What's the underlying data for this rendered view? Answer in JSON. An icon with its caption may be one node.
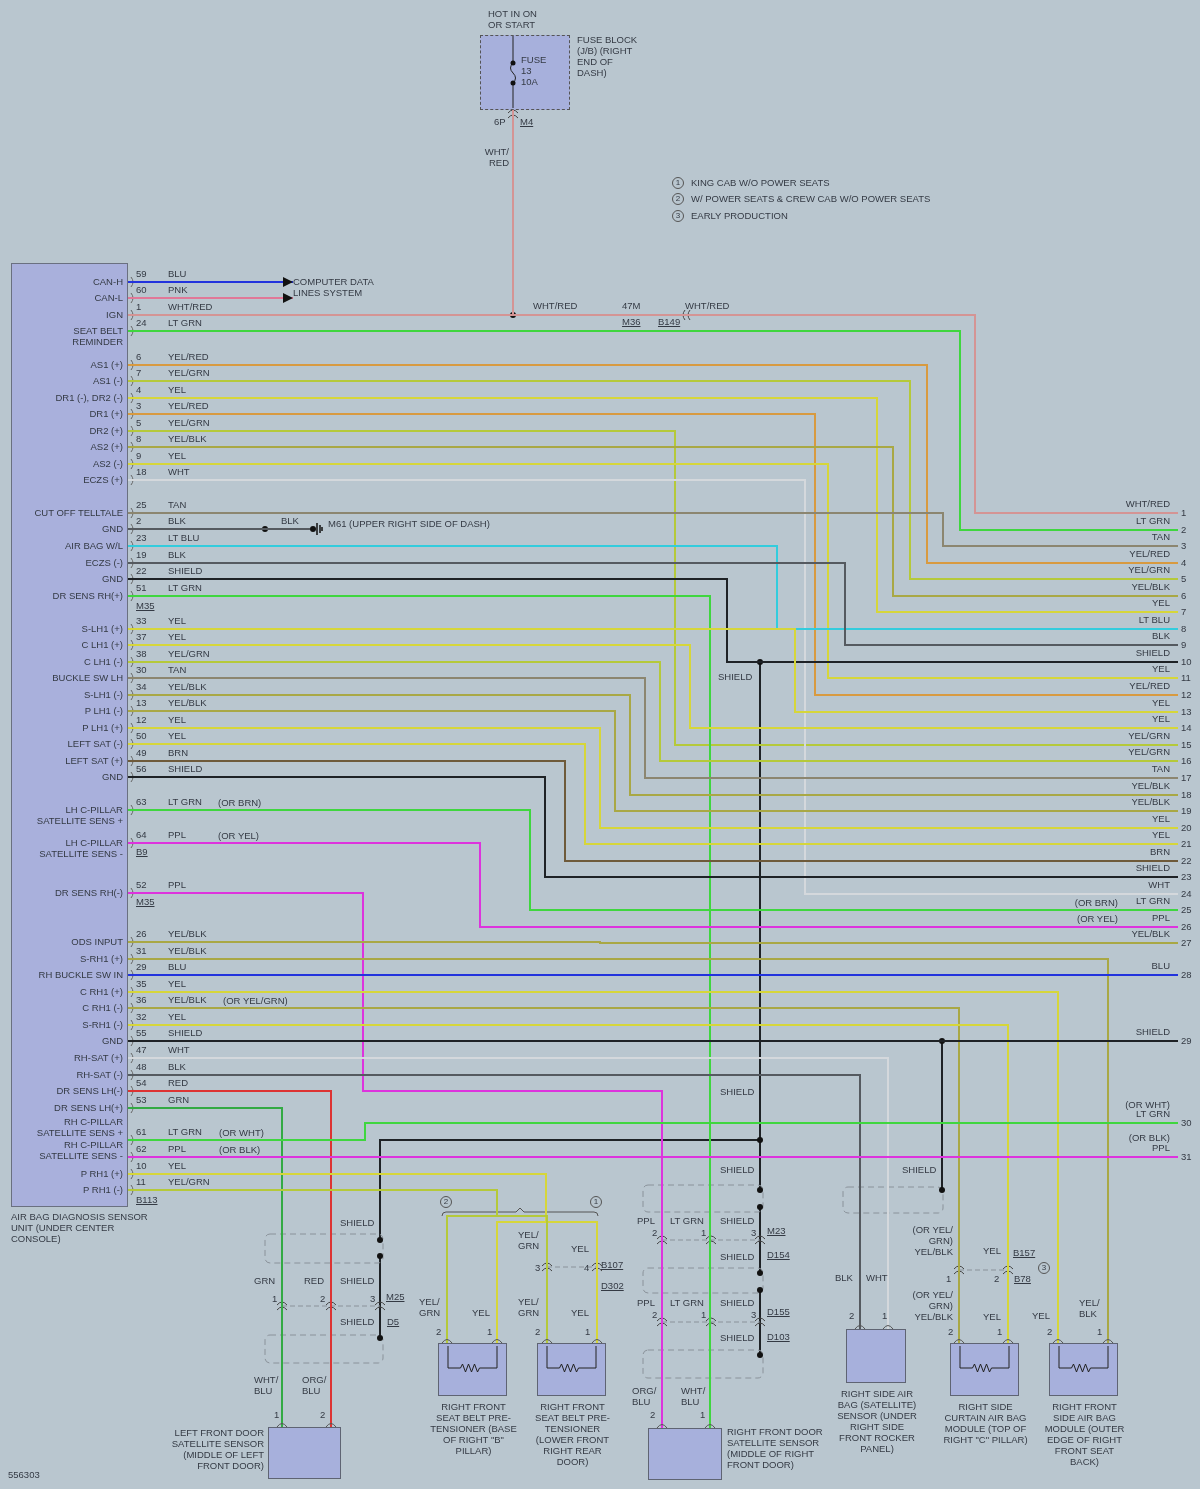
{
  "diagram": {
    "nodes": [
      {
        "text": [
          "FUSE 13 10A"
        ],
        "beside": [
          "HOT IN ON OR START",
          "FUSE BLOCK (J/B) (RIGHT END OF DASH)"
        ]
      },
      {
        "text": [
          "AIR BAG DIAGNOSIS SENSOR UNIT (UNDER CENTER CONSOLE)",
          "CAN-H",
          "CAN-L",
          "IGN",
          "SEAT BELT REMINDER",
          "AS1 (+)",
          "AS1 (-)",
          "DR1 (-), DR2 (-)",
          "DR1 (+)",
          "DR2 (+)",
          "AS2 (+)",
          "AS2 (-)",
          "ECZS (+)",
          "CUT OFF TELLTALE",
          "GND",
          "AIR BAG W/L",
          "ECZS (-)",
          "GND",
          "DR SENS RH(+)",
          "S-LH1 (+)",
          "C LH1 (+)",
          "C LH1 (-)",
          "BUCKLE SW LH",
          "S-LH1 (-)",
          "P LH1 (-)",
          "P LH1 (+)",
          "LEFT SAT (-)",
          "LEFT SAT (+)",
          "GND",
          "LH C-PILLAR SATELLITE SENS +",
          "LH C-PILLAR SATELLITE SENS -",
          "DR SENS RH(-)",
          "ODS INPUT",
          "S-RH1 (+)",
          "RH BUCKLE SW IN",
          "C RH1 (+)",
          "C RH1 (-)",
          "S-RH1 (-)",
          "GND",
          "RH-SAT (+)",
          "RH-SAT (-)",
          "DR SENS LH(-)",
          "DR SENS LH(+)",
          "RH C-PILLAR SATELLITE SENS +",
          "RH C-PILLAR SATELLITE SENS -",
          "P RH1 (+)",
          "P RH1 (-)"
        ]
      },
      {
        "text": [
          "COMPUTER DATA LINES SYSTEM"
        ]
      },
      {
        "text": [],
        "shape": "ground",
        "beside": [
          "M61 (UPPER RIGHT SIDE OF DASH)"
        ]
      },
      {
        "text": [
          "LEFT FRONT DOOR SATELLITE SENSOR (MIDDLE OF LEFT FRONT DOOR)"
        ]
      },
      {
        "text": [
          "RIGHT FRONT SEAT BELT PRE-TENSIONER (BASE OF RIGHT \"B\" PILLAR)"
        ]
      },
      {
        "text": [
          "RIGHT FRONT SEAT BELT PRE-TENSIONER (LOWER FRONT RIGHT REAR DOOR)"
        ]
      },
      {
        "text": [
          "RIGHT FRONT DOOR SATELLITE SENSOR (MIDDLE OF RIGHT FRONT DOOR)"
        ]
      },
      {
        "text": [
          "RIGHT SIDE AIR BAG (SATELLITE) SENSOR (UNDER RIGHT SIDE FRONT ROCKER PANEL)"
        ]
      },
      {
        "text": [
          "RIGHT SIDE CURTAIN AIR BAG MODULE (TOP OF RIGHT \"C\" PILLAR)"
        ]
      },
      {
        "text": [
          "RIGHT FRONT SIDE AIR BAG MODULE (OUTER EDGE OF RIGHT FRONT SEAT BACK)"
        ]
      },
      {
        "text": [
          "WHT/RED",
          "1"
        ]
      },
      {
        "text": [
          "LT GRN",
          "2"
        ]
      },
      {
        "text": [
          "TAN",
          "3"
        ]
      },
      {
        "text": [
          "YEL/RED",
          "4"
        ]
      },
      {
        "text": [
          "YEL/GRN",
          "5"
        ]
      },
      {
        "text": [
          "YEL/BLK",
          "6"
        ]
      },
      {
        "text": [
          "YEL",
          "7"
        ]
      },
      {
        "text": [
          "LT BLU",
          "8"
        ]
      },
      {
        "text": [
          "BLK",
          "9"
        ]
      },
      {
        "text": [
          "SHIELD",
          "10"
        ]
      },
      {
        "text": [
          "YEL",
          "11"
        ]
      },
      {
        "text": [
          "YEL/RED",
          "12"
        ]
      },
      {
        "text": [
          "YEL",
          "13"
        ]
      },
      {
        "text": [
          "YEL",
          "14"
        ]
      },
      {
        "text": [
          "YEL/GRN",
          "15"
        ]
      },
      {
        "text": [
          "YEL/GRN",
          "16"
        ]
      },
      {
        "text": [
          "TAN",
          "17"
        ]
      },
      {
        "text": [
          "YEL/BLK",
          "18"
        ]
      },
      {
        "text": [
          "YEL/BLK",
          "19"
        ]
      },
      {
        "text": [
          "YEL",
          "20"
        ]
      },
      {
        "text": [
          "YEL",
          "21"
        ]
      },
      {
        "text": [
          "BRN",
          "22"
        ]
      },
      {
        "text": [
          "SHIELD",
          "23"
        ]
      },
      {
        "text": [
          "WHT",
          "24"
        ]
      },
      {
        "text": [
          "LT GRN",
          "25"
        ]
      },
      {
        "text": [
          "PPL",
          "26"
        ]
      },
      {
        "text": [
          "YEL/BLK",
          "27"
        ]
      },
      {
        "text": [
          "BLU",
          "28"
        ]
      },
      {
        "text": [
          "SHIELD",
          "29"
        ]
      },
      {
        "text": [
          "LT GRN",
          "30"
        ]
      },
      {
        "text": [
          "PPL",
          "31"
        ]
      }
    ],
    "edges": [
      {
        "from": 0,
        "to": 1,
        "arrow": "none",
        "label": "WHT/ RED",
        "color": "#d49494"
      },
      {
        "from": 1,
        "to": 2,
        "arrow": "to",
        "label": "BLU",
        "color": "#2233dd"
      },
      {
        "from": 1,
        "to": 2,
        "arrow": "to",
        "label": "PNK",
        "color": "#e07898"
      },
      {
        "from": 1,
        "to": 11,
        "arrow": "none",
        "label": "WHT/RED",
        "color": "#d49494"
      },
      {
        "from": 1,
        "to": 12,
        "arrow": "none",
        "label": "LT GRN",
        "color": "#3fd63f"
      },
      {
        "from": 1,
        "to": 14,
        "arrow": "none",
        "label": "YEL/RED",
        "color": "#d89a40"
      },
      {
        "from": 1,
        "to": 15,
        "arrow": "none",
        "label": "YEL/GRN",
        "color": "#b5c93a"
      },
      {
        "from": 1,
        "to": 17,
        "arrow": "none",
        "label": "YEL",
        "color": "#d6d63a"
      },
      {
        "from": 1,
        "to": 22,
        "arrow": "none",
        "label": "YEL/RED",
        "color": "#d89a40"
      },
      {
        "from": 1,
        "to": 25,
        "arrow": "none",
        "label": "YEL/GRN",
        "color": "#b5c93a"
      },
      {
        "from": 1,
        "to": 16,
        "arrow": "none",
        "label": "YEL/BLK",
        "color": "#a9a845"
      },
      {
        "from": 1,
        "to": 21,
        "arrow": "none",
        "label": "YEL",
        "color": "#d6d63a"
      },
      {
        "from": 1,
        "to": 34,
        "arrow": "none",
        "label": "WHT",
        "color": "#d4d8dc"
      },
      {
        "from": 1,
        "to": 13,
        "arrow": "none",
        "label": "TAN",
        "color": "#8c8670"
      },
      {
        "from": 1,
        "to": 3,
        "arrow": "none",
        "label": "BLK",
        "color": "#555a60"
      },
      {
        "from": 1,
        "to": 18,
        "arrow": "none",
        "label": "LT BLU",
        "color": "#33ccdd"
      },
      {
        "from": 1,
        "to": 19,
        "arrow": "none",
        "label": "BLK",
        "color": "#555a60"
      },
      {
        "from": 1,
        "to": 20,
        "arrow": "none",
        "label": "SHIELD",
        "color": "#1e2226"
      },
      {
        "from": 1,
        "to": 7,
        "arrow": "none",
        "label": "LT GRN",
        "color": "#3fd63f"
      },
      {
        "from": 1,
        "to": 23,
        "arrow": "none",
        "label": "YEL",
        "color": "#d6d63a"
      },
      {
        "from": 1,
        "to": 24,
        "arrow": "none",
        "label": "YEL",
        "color": "#d6d63a"
      },
      {
        "from": 1,
        "to": 26,
        "arrow": "none",
        "label": "YEL/GRN",
        "color": "#b5c93a"
      },
      {
        "from": 1,
        "to": 27,
        "arrow": "none",
        "label": "TAN",
        "color": "#8c8670"
      },
      {
        "from": 1,
        "to": 28,
        "arrow": "none",
        "label": "YEL/BLK",
        "color": "#a9a845"
      },
      {
        "from": 1,
        "to": 29,
        "arrow": "none",
        "label": "YEL/BLK",
        "color": "#a9a845"
      },
      {
        "from": 1,
        "to": 30,
        "arrow": "none",
        "label": "YEL",
        "color": "#d6d63a"
      },
      {
        "from": 1,
        "to": 31,
        "arrow": "none",
        "label": "YEL",
        "color": "#d6d63a"
      },
      {
        "from": 1,
        "to": 32,
        "arrow": "none",
        "label": "BRN",
        "color": "#6e5a3a"
      },
      {
        "from": 1,
        "to": 33,
        "arrow": "none",
        "label": "SHIELD",
        "color": "#1e2226"
      },
      {
        "from": 1,
        "to": 35,
        "arrow": "none",
        "label": "LT GRN",
        "color": "#3fd63f"
      },
      {
        "from": 1,
        "to": 36,
        "arrow": "none",
        "label": "PPL",
        "color": "#dd33dd"
      },
      {
        "from": 1,
        "to": 7,
        "arrow": "none",
        "label": "PPL",
        "color": "#dd33dd"
      },
      {
        "from": 1,
        "to": 37,
        "arrow": "none",
        "label": "YEL/BLK",
        "color": "#a9a845"
      },
      {
        "from": 1,
        "to": 10,
        "arrow": "none",
        "label": "YEL/BLK",
        "color": "#a9a845"
      },
      {
        "from": 1,
        "to": 38,
        "arrow": "none",
        "label": "BLU",
        "color": "#2233dd"
      },
      {
        "from": 1,
        "to": 10,
        "arrow": "none",
        "label": "YEL",
        "color": "#d6d63a"
      },
      {
        "from": 1,
        "to": 9,
        "arrow": "none",
        "label": "YEL/BLK",
        "color": "#a9a845"
      },
      {
        "from": 1,
        "to": 9,
        "arrow": "none",
        "label": "YEL",
        "color": "#d6d63a"
      },
      {
        "from": 1,
        "to": 39,
        "arrow": "none",
        "label": "SHIELD",
        "color": "#1e2226"
      },
      {
        "from": 1,
        "to": 8,
        "arrow": "none",
        "label": "WHT",
        "color": "#d4d8dc"
      },
      {
        "from": 1,
        "to": 8,
        "arrow": "none",
        "label": "BLK",
        "color": "#555a60"
      },
      {
        "from": 1,
        "to": 4,
        "arrow": "none",
        "label": "RED",
        "color": "#dd3333"
      },
      {
        "from": 1,
        "to": 4,
        "arrow": "none",
        "label": "GRN",
        "color": "#33aa44"
      },
      {
        "from": 1,
        "to": 40,
        "arrow": "none",
        "label": "LT GRN",
        "color": "#3fd63f"
      },
      {
        "from": 1,
        "to": 41,
        "arrow": "none",
        "label": "PPL",
        "color": "#dd33dd"
      },
      {
        "from": 1,
        "to": 5,
        "arrow": "none",
        "label": "YEL",
        "color": "#d6d63a"
      },
      {
        "from": 1,
        "to": 6,
        "arrow": "none",
        "color": "#d6d63a"
      },
      {
        "from": 1,
        "to": 5,
        "arrow": "none",
        "label": "YEL/GRN",
        "color": "#b5c93a"
      },
      {
        "from": 1,
        "to": 6,
        "arrow": "none",
        "color": "#b5c93a"
      }
    ],
    "labels": [
      "59",
      "60",
      "1",
      "24",
      "6",
      "7",
      "4",
      "3",
      "5",
      "8",
      "9",
      "18",
      "25",
      "2",
      "23",
      "19",
      "22",
      "51",
      "33",
      "37",
      "38",
      "30",
      "34",
      "13",
      "12",
      "50",
      "49",
      "56",
      "63",
      "64",
      "52",
      "26",
      "31",
      "29",
      "35",
      "36",
      "32",
      "55",
      "47",
      "48",
      "54",
      "53",
      "61",
      "62",
      "10",
      "11",
      "M35",
      "(OR BRN)",
      "(OR YEL)",
      "B9",
      "M35",
      "(OR YEL/GRN)",
      "(OR WHT)",
      "(OR BLK)",
      "B113",
      "BLK",
      "6P",
      "M4",
      "WHT/RED",
      "47M",
      "M36",
      "B149",
      "WHT/RED",
      "1",
      "KING CAB W/O POWER SEATS",
      "2",
      "W/ POWER SEATS & CREW CAB W/O POWER SEATS",
      "3",
      "EARLY PRODUCTION",
      "SHIELD",
      "(OR BRN)",
      "(OR YEL)",
      "(OR WHT)",
      "(OR BLK)",
      "SHIELD",
      "SHIELD",
      "SHIELD",
      "SHIELD",
      "GRN",
      "RED",
      "SHIELD",
      "1",
      "2",
      "3",
      "M25",
      "SHIELD",
      "D5",
      "WHT/ BLU",
      "ORG/ BLU",
      "1",
      "2",
      "2",
      "1",
      "YEL/ GRN",
      "YEL",
      "3",
      "4",
      "B107",
      "D302",
      "YEL/ GRN",
      "YEL",
      "YEL/ GRN",
      "YEL",
      "2",
      "1",
      "2",
      "1",
      "PPL",
      "LT GRN",
      "SHIELD",
      "2",
      "1",
      "3",
      "M23",
      "SHIELD",
      "D154",
      "PPL",
      "LT GRN",
      "SHIELD",
      "2",
      "1",
      "3",
      "D155",
      "SHIELD",
      "D103",
      "ORG/ BLU",
      "WHT/ BLU",
      "2",
      "1",
      "BLK",
      "WHT",
      "2",
      "1",
      "(OR YEL/ GRN) YEL/BLK",
      "YEL",
      "B157",
      "1",
      "2",
      "B78",
      "3",
      "(OR YEL/ GRN) YEL/BLK",
      "YEL",
      "2",
      "1",
      "YEL",
      "YEL/ BLK",
      "2",
      "1",
      "556303"
    ]
  }
}
